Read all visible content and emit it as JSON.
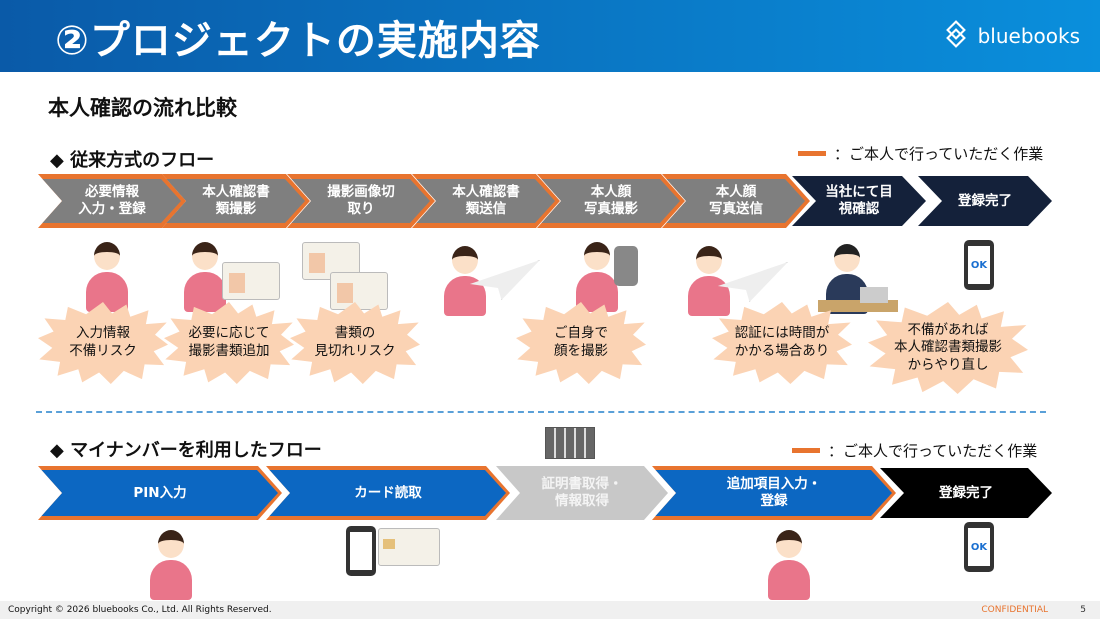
{
  "header": {
    "title": "②プロジェクトの実施内容",
    "logo_text": "bluebooks"
  },
  "subtitle": "本人確認の流れ比較",
  "traditional": {
    "heading": "◆ 従来方式のフロー",
    "legend": "：ご本人で行っていただく作業",
    "steps": [
      "必要情報\n入力・登録",
      "本人確認書\n類撮影",
      "撮影画像切\n取り",
      "本人確認書\n類送信",
      "本人顔\n写真撮影",
      "本人顔\n写真送信",
      "当社にて目\n視確認",
      "登録完了"
    ],
    "risks": [
      "入力情報\n不備リスク",
      "必要に応じて\n撮影書類追加",
      "書類の\n見切れリスク",
      "ご自身で\n顔を撮影",
      "認証には時間が\nかかる場合あり",
      "不備があれば\n本人確認書類撮影\nからやり直し"
    ],
    "phone_label": "OK"
  },
  "mynumber": {
    "heading": "◆ マイナンバーを利用したフロー",
    "legend": "：ご本人で行っていただく作業",
    "steps": [
      "PIN入力",
      "カード読取",
      "証明書取得・\n情報取得",
      "追加項目入力・\n登録",
      "登録完了"
    ],
    "phone_label": "OK"
  },
  "colors": {
    "user_task": "#e8742f",
    "company": "#14213a",
    "mynumber_step": "#0c67c2",
    "system": "#c8c8c8",
    "header_start": "#0a5aa8",
    "header_end": "#0a8fdc"
  },
  "footer": {
    "copyright": "Copyright © 2026 bluebooks Co., Ltd. All Rights Reserved.",
    "confidential": "CONFIDENTIAL",
    "page": "5"
  }
}
